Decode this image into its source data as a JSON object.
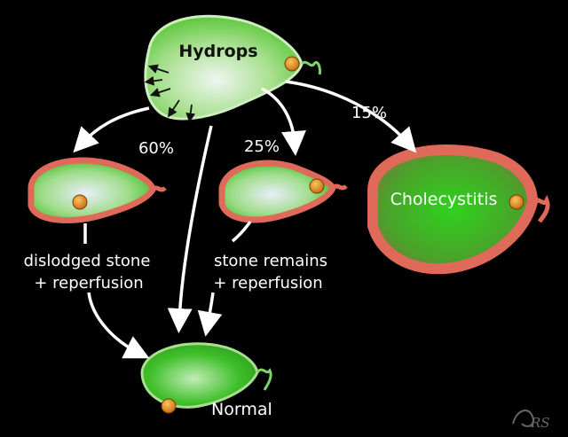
{
  "nodes": {
    "hydrops": "Hydrops",
    "cholecystitis": "Cholecystitis",
    "normal": "Normal"
  },
  "percentages": {
    "left": "60%",
    "middle": "25%",
    "right": "15%"
  },
  "captions": {
    "left_line1": "dislodged stone",
    "left_line2": "+ reperfusion",
    "mid_line1": "stone remains",
    "mid_line2": "+ reperfusion"
  },
  "colors": {
    "background": "#000000",
    "gb_green": "#3fbf2a",
    "gb_light": "#e6eef6",
    "wall_red": "#e06a5a",
    "stone": "#e08a1e",
    "arrow": "#ffffff"
  },
  "watermark": "RS"
}
